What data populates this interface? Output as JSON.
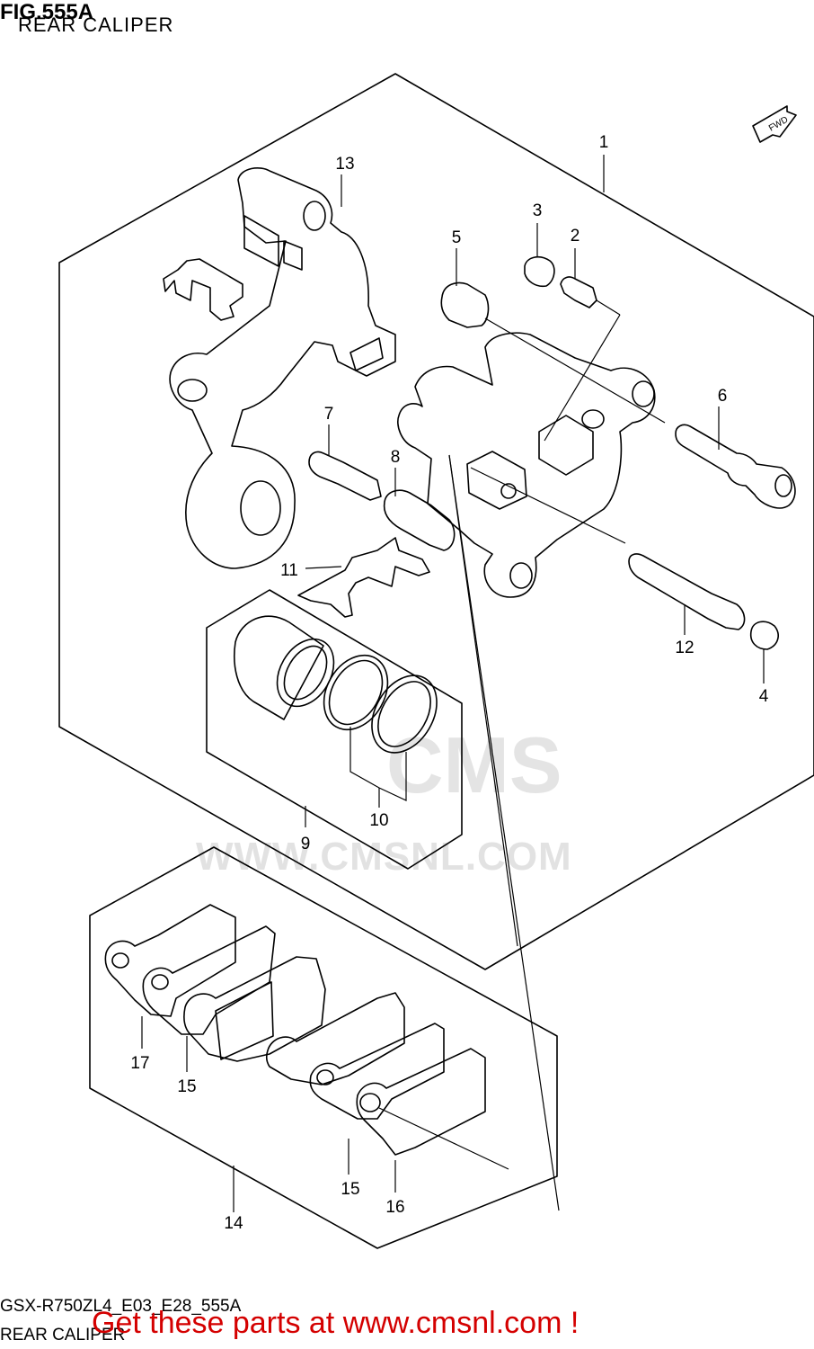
{
  "header": {
    "figure_id": "FIG.555A",
    "subtitle": "REAR CALIPER"
  },
  "footer": {
    "model_code": "GSX-R750ZL4_E03_E28_555A",
    "section_name": "REAR CALIPER",
    "promo_text": "Get these parts at www.cmsnl.com !",
    "promo_color": "#d40000"
  },
  "watermark": {
    "logo_text": "CMS",
    "url_text": "WWW.CMSNL.COM"
  },
  "badge": {
    "fwd_label": "FWD"
  },
  "callouts": [
    "1",
    "2",
    "3",
    "4",
    "5",
    "6",
    "7",
    "8",
    "9",
    "10",
    "11",
    "12",
    "13",
    "14",
    "15",
    "15",
    "16",
    "17"
  ]
}
